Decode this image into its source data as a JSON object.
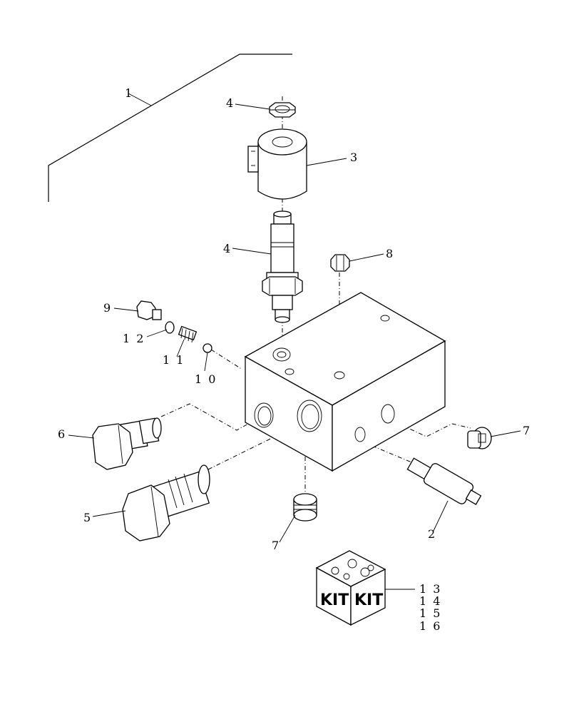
{
  "callouts": {
    "c1": "1",
    "c2": "2",
    "c3": "3",
    "c4a": "4",
    "c4b": "4",
    "c5": "5",
    "c6": "6",
    "c7a": "7",
    "c7b": "7",
    "c8": "8",
    "c9": "9",
    "c10": "1 0",
    "c11": "1 1",
    "c12": "1 2",
    "c13": "1 3",
    "c14": "1 4",
    "c15": "1 5",
    "c16": "1 6"
  },
  "kit": {
    "left_label": "KIT",
    "right_label": "KIT"
  }
}
